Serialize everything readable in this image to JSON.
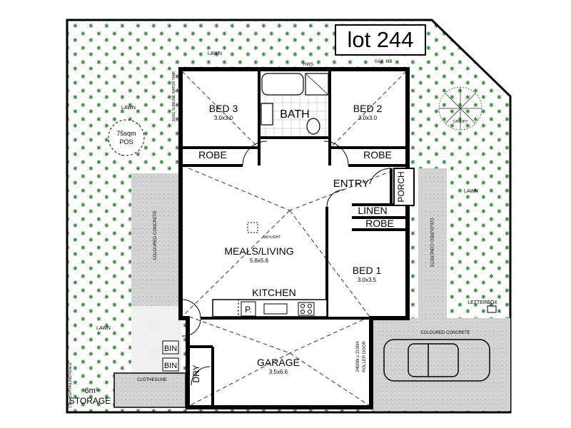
{
  "lot_label": "lot 244",
  "rooms": {
    "bed3": {
      "name": "BED 3",
      "size": "3.0x3.0"
    },
    "bath": {
      "name": "BATH"
    },
    "bed2": {
      "name": "BED 2",
      "size": "3.0x3.0"
    },
    "entry": {
      "name": "ENTRY"
    },
    "porch": {
      "name": "PORCH"
    },
    "linen": {
      "name": "LINEN"
    },
    "robe_bed3": {
      "name": "ROBE"
    },
    "robe_bed2": {
      "name": "ROBE"
    },
    "robe_bed1": {
      "name": "ROBE"
    },
    "meals_living": {
      "name": "MEALS/LIVING",
      "size": "5.8x5.6"
    },
    "bed1": {
      "name": "BED 1",
      "size": "3.0x3.5"
    },
    "kitchen": {
      "name": "KITCHEN"
    },
    "pantry": {
      "name": "P."
    },
    "garage": {
      "name": "GARAGE",
      "size": "3.5x6.6"
    },
    "bin1": {
      "name": "BIN"
    },
    "bin2": {
      "name": "BIN"
    },
    "dry": {
      "name": "DRY"
    }
  },
  "site": {
    "lawn": "LAWN",
    "pos_area": "75sqm",
    "pos_label": "POS",
    "coloured_concrete": "COLOURED CONCRETE",
    "letterbox": "LETTERBOX",
    "storage_size": "6m³",
    "storage": "STORAGE",
    "clothesline": "CLOTHESLINE",
    "canopy": "CANOPY",
    "roller_door_1": "2400W x 2100H",
    "roller_door_2": "ROLLER DOOR",
    "fence": "1.8m HIGH PAILING FENCE",
    "water_tank": "2000L SLIMLINE WATER TANK",
    "hws": "HWS",
    "gas": "GAS",
    "mb": "MB",
    "skylight": "SKYLIGHT"
  },
  "colors": {
    "wall": "#000000",
    "lawn_dot": "#2e8b2e",
    "concrete": "#d9d9d9",
    "background": "#ffffff"
  }
}
